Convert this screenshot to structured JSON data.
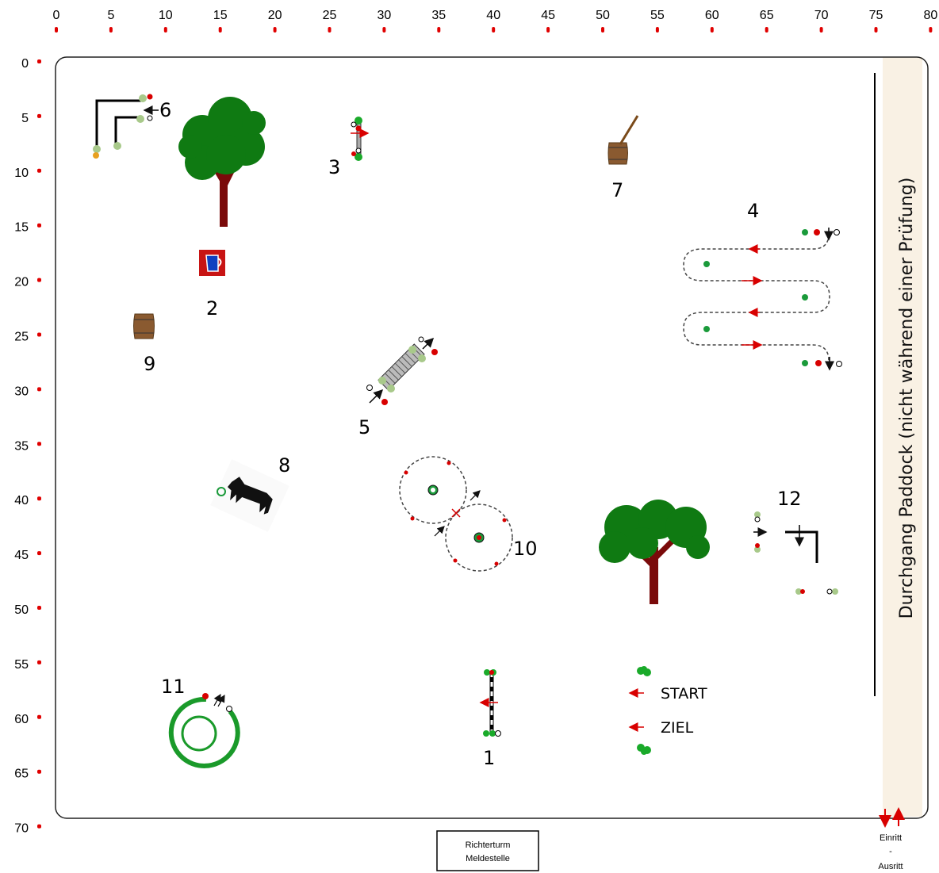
{
  "axes": {
    "x_ticks": [
      "0",
      "5",
      "10",
      "15",
      "20",
      "25",
      "30",
      "35",
      "40",
      "45",
      "50",
      "55",
      "60",
      "65",
      "70",
      "75",
      "80"
    ],
    "y_ticks": [
      "0",
      "5",
      "10",
      "15",
      "20",
      "25",
      "30",
      "35",
      "40",
      "45",
      "50",
      "55",
      "60",
      "65",
      "70"
    ],
    "tick_color": "#e00000"
  },
  "obstacles": [
    "1",
    "2",
    "3",
    "4",
    "5",
    "6",
    "7",
    "8",
    "9",
    "10",
    "11",
    "12"
  ],
  "legend": {
    "start": "START",
    "finish": "ZIEL"
  },
  "paddock_label": "Durchgang Paddock (nicht während einer Prüfung)",
  "judge_box": {
    "line1": "Richterturm",
    "line2": "Meldestelle"
  },
  "entrance": {
    "line1": "Einritt",
    "line2": "-",
    "line3": "Ausritt"
  },
  "colors": {
    "tree": "#0f7a12",
    "trunk": "#7a0a0a",
    "flag_red": "#d80000",
    "flag_green": "#1a9a3a",
    "arena_border": "#222222",
    "paddock_fill": "#f9f1e4"
  }
}
